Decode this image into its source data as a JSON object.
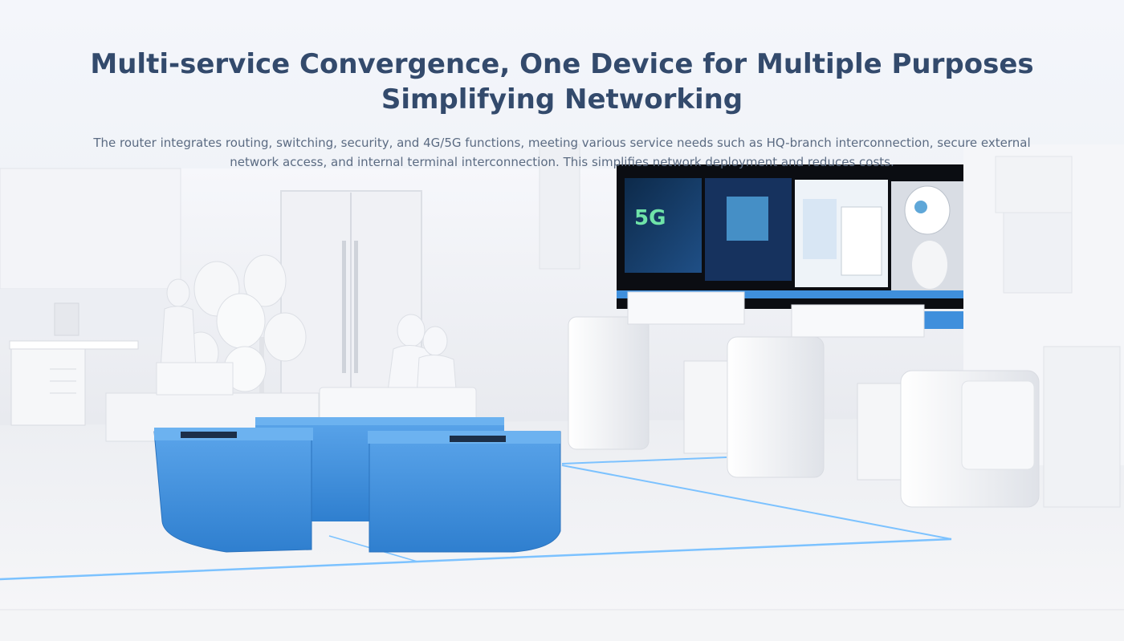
{
  "hero": {
    "title_line1": "Multi-service Convergence, One Device for Multiple Purposes",
    "title_line2": "Simplifying Networking",
    "subtitle": "The router integrates routing, switching, security, and 4G/5G functions, meeting various service needs such as HQ-branch interconnection, secure external network access, and internal terminal interconnection. This simplifies network deployment and reduces costs."
  },
  "colors": {
    "title": "#334a6c",
    "subtitle": "#5b6b82",
    "accent_blue": "#3f8fdc",
    "floor_line": "#7cc2ff"
  },
  "icons": [
    "robot-figure",
    "5g-display",
    "video-call-display",
    "tablet-display"
  ]
}
